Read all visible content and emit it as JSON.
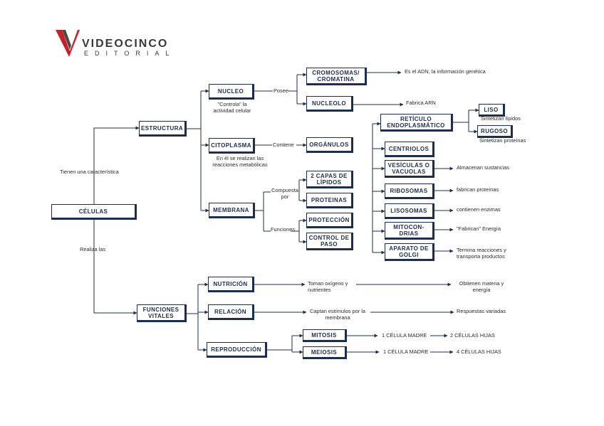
{
  "logo": {
    "name": "VIDEOCINCO",
    "sub": "EDITORIAL"
  },
  "colors": {
    "box_border": "#1d2d4f",
    "logo_red": "#c8202a",
    "logo_gray": "#4a4a4a"
  },
  "boxes": {
    "celulas": "CÉLULAS",
    "estructura": "ESTRUCTURA",
    "funciones_vitales": "FUNCIONES\nVITALES",
    "nucleo": "NUCLEO",
    "citoplasma": "CITOPLASMA",
    "membrana": "MEMBRANA",
    "cromosomas": "CROMOSOMAS/\nCROMATINA",
    "nucleolo": "NUCLEOLO",
    "organulos": "ORGÁNULOS",
    "lipidos": "2 CAPAS DE\nLÍPIDOS",
    "proteinas": "PROTEINAS",
    "proteccion": "PROTECCIÓN",
    "control": "CONTROL DE\nPASO",
    "reticulo": "RETÍCULO\nENDOPLASMÁTICO",
    "liso": "LISO",
    "rugoso": "RUGOSO",
    "centriolos": "CENTRIOLOS",
    "vesiculas": "VESÍCULAS O\nVACUOLAS",
    "ribosomas": "RIBOSOMAS",
    "lisosomas": "LISOSOMAS",
    "mitocondrias": "MITOCON-\nDRIAS",
    "golgi": "APARATO DE\nGOLGI",
    "nutricion": "NUTRICIÓN",
    "relacion": "RELACIÓN",
    "reproduccion": "REPRODUCCIÓN",
    "mitosis": "MITOSIS",
    "meiosis": "MEIOSIS"
  },
  "labels": {
    "tienen": "Tienen una característica",
    "realiza": "Realiza las",
    "posee": "Posee",
    "controla": "\"Controla\" la\nactividad celular",
    "contiene": "Contiene",
    "citoplasma_desc": "En él se realizan las\nreacciones metabólicas",
    "compuesta": "Compuesta\npor",
    "funciones": "Funciones",
    "adn": "Es el ADN, la información genética",
    "fabrica_arn": "Fabrica ARN",
    "liso_desc": "Sintetizan lípidos",
    "rugoso_desc": "Sintetizan proteínas",
    "vesiculas_desc": "Almacenan sustancias",
    "ribosomas_desc": "fabrican proteínas",
    "lisosomas_desc": "contienen enzimas",
    "mito_desc": "\"Fabrican\" Energía",
    "golgi_desc": "Termina reacciones y\ntransporta productos",
    "nutricion_mid": "Toman oxígeno y\nnutrientes",
    "nutricion_end": "Obtienen materia y\nenergía",
    "relacion_mid": "Captan estímulos por la\nmembrana",
    "relacion_end": "Respuestas variadas",
    "mitosis_mid": "1 CÉLULA MADRE",
    "mitosis_end": "2 CÉLULAS HIJAS",
    "meiosis_mid": "1 CÉLULA MADRE",
    "meiosis_end": "4 CÉLULAS HIJAS"
  }
}
